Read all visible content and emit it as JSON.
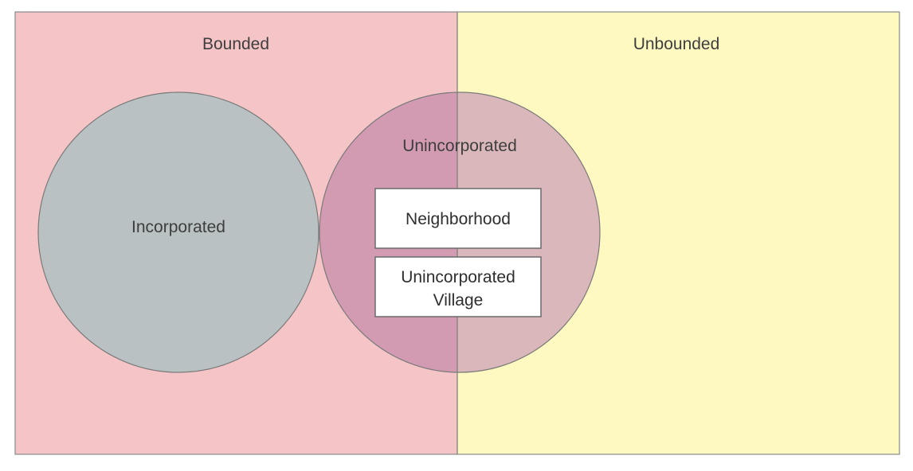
{
  "regions": {
    "bounded": {
      "label": "Bounded",
      "color": "#f4c4c7"
    },
    "unbounded": {
      "label": "Unbounded",
      "color": "#fef8c1"
    }
  },
  "circles": {
    "incorporated": {
      "label": "Incorporated",
      "color": "#b9c1c2"
    },
    "unincorporated": {
      "label": "Unincorporated",
      "color_bounded_side": "#d39bb2",
      "color_unbounded_side": "#d9b7ba"
    }
  },
  "boxes": {
    "neighborhood": {
      "label": "Neighborhood"
    },
    "unincorporated_village": {
      "lines": [
        "Unincorporated",
        "Village"
      ]
    }
  },
  "colors": {
    "outline": "#7a7a7a",
    "box_fill": "#ffffff",
    "box_border": "#6b6b6b"
  }
}
